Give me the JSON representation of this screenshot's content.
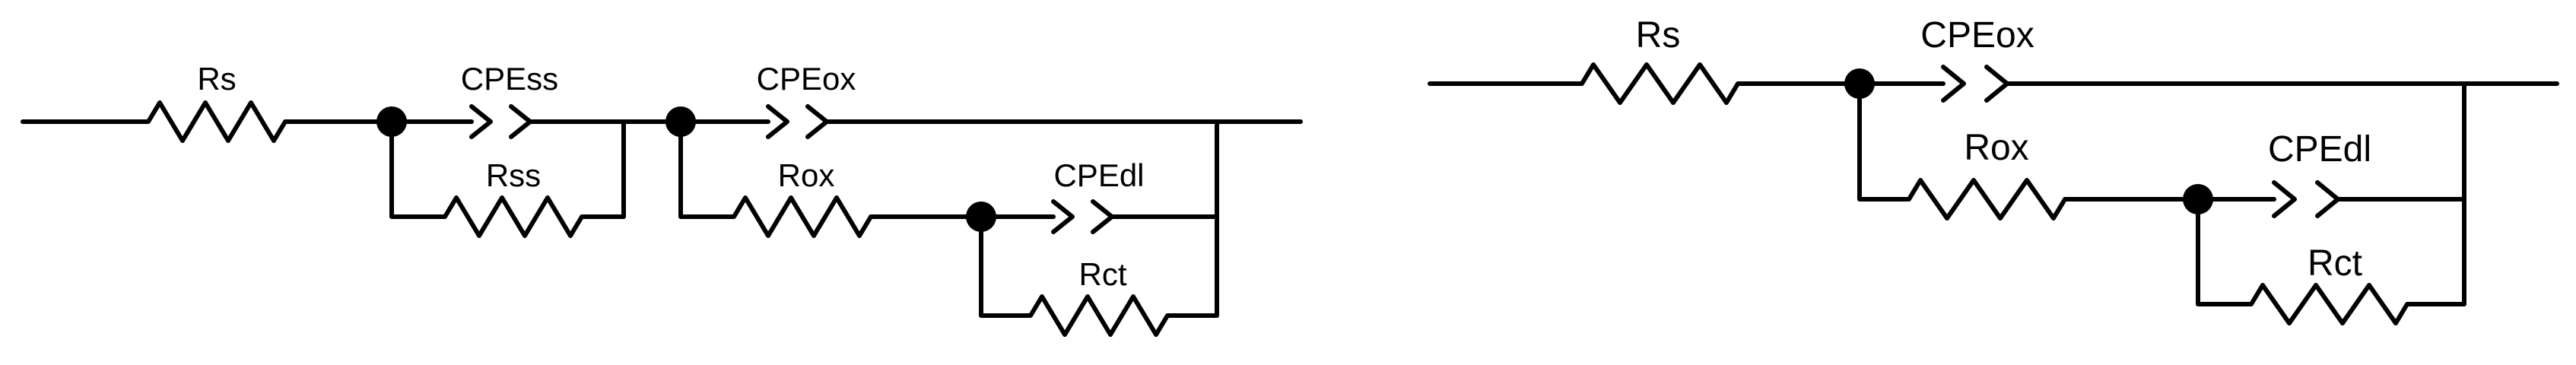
{
  "circuit_left": {
    "labels": {
      "rs": "Rs",
      "cpe_ss": "CPEss",
      "r_ss": "Rss",
      "cpe_ox": "CPEox",
      "r_ox": "Rox",
      "cpe_dl": "CPEdl",
      "r_ct": "Rct"
    }
  },
  "circuit_right": {
    "labels": {
      "rs": "Rs",
      "cpe_ox": "CPEox",
      "r_ox": "Rox",
      "cpe_dl": "CPEdl",
      "r_ct": "Rct"
    }
  },
  "colors": {
    "stroke": "#000000",
    "background": "#ffffff"
  }
}
